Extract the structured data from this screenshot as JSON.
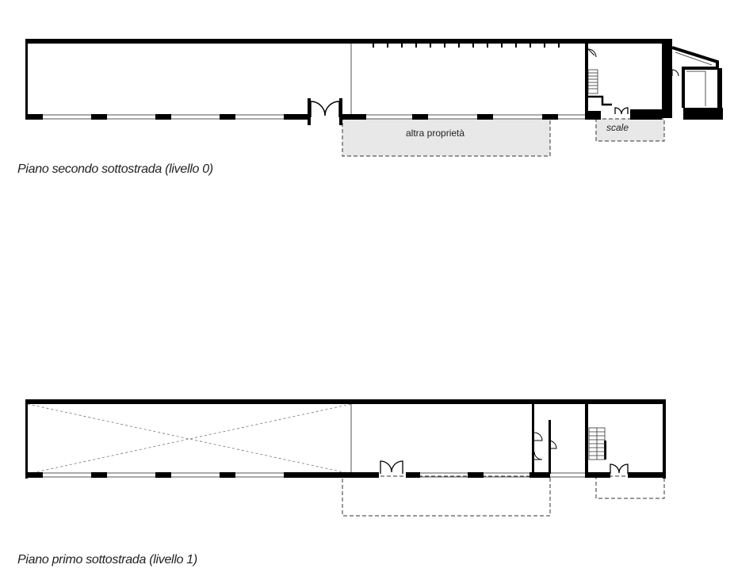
{
  "plans": {
    "level0": {
      "caption": "Piano secondo sottostrada (livello 0)",
      "label_other_property": "altra proprietà",
      "label_stairs": "scale"
    },
    "level1": {
      "caption": "Piano primo sottostrada (livello 1)"
    }
  },
  "colors": {
    "wall": "#000000",
    "thin_line": "#555555",
    "hatch": "#e8e8e8",
    "dashed": "#333333"
  }
}
